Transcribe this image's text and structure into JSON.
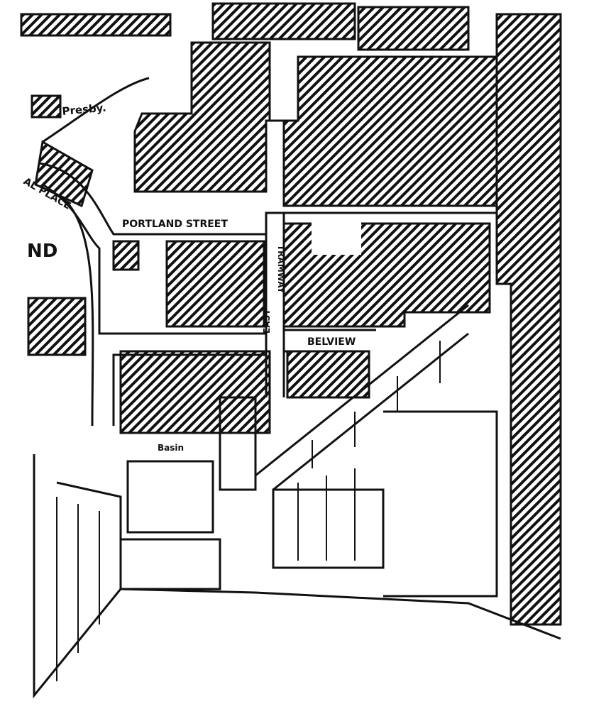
{
  "labels": {
    "presby": "Presby.",
    "al_place": "AL PLACE",
    "portland_street": "PORTLAND STREET",
    "nd": "ND",
    "tramway": "TRAMWAY",
    "east": "EAST",
    "belview": "BELVIEW",
    "basin": "Basin"
  },
  "colors": {
    "ink": "#111111",
    "paper": "#ffffff"
  }
}
